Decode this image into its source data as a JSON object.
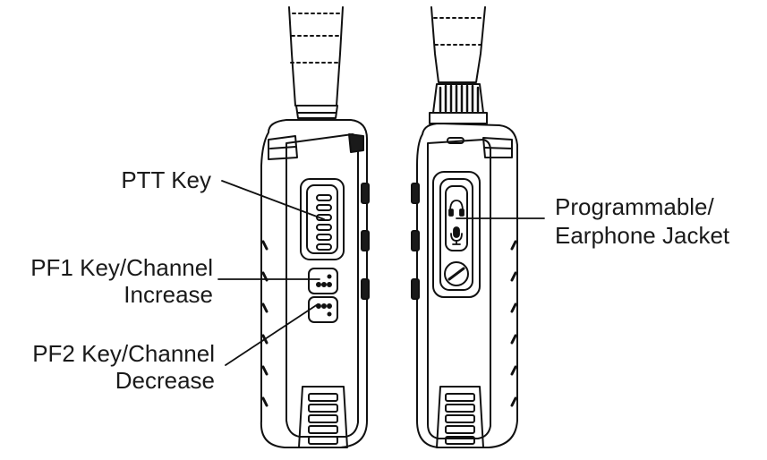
{
  "labels": {
    "ptt": "PTT Key",
    "pf1_line1": "PF1 Key/Channel",
    "pf1_line2": "Increase",
    "pf2_line1": "PF2 Key/Channel",
    "pf2_line2": "Decrease",
    "jack_line1": "Programmable/",
    "jack_line2": "Earphone Jacket"
  },
  "icons": [
    "headphone-icon",
    "microphone-icon"
  ],
  "colors": {
    "line": "#111111",
    "fill_dark": "#1a1a1a",
    "fill_light": "#ffffff"
  }
}
